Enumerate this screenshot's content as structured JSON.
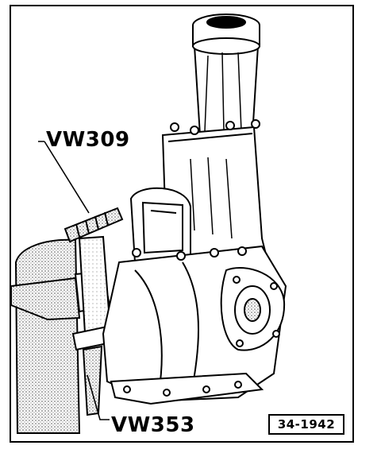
{
  "callouts": {
    "tool_upper": "VW309",
    "tool_lower": "VW353"
  },
  "figure_ref": "34-1942",
  "icons": [
    "transmission-assembly-illustration",
    "tool-stand-illustration"
  ],
  "colors": {
    "ink": "#000000",
    "paper": "#ffffff",
    "stipple": "#bdbdbd"
  }
}
